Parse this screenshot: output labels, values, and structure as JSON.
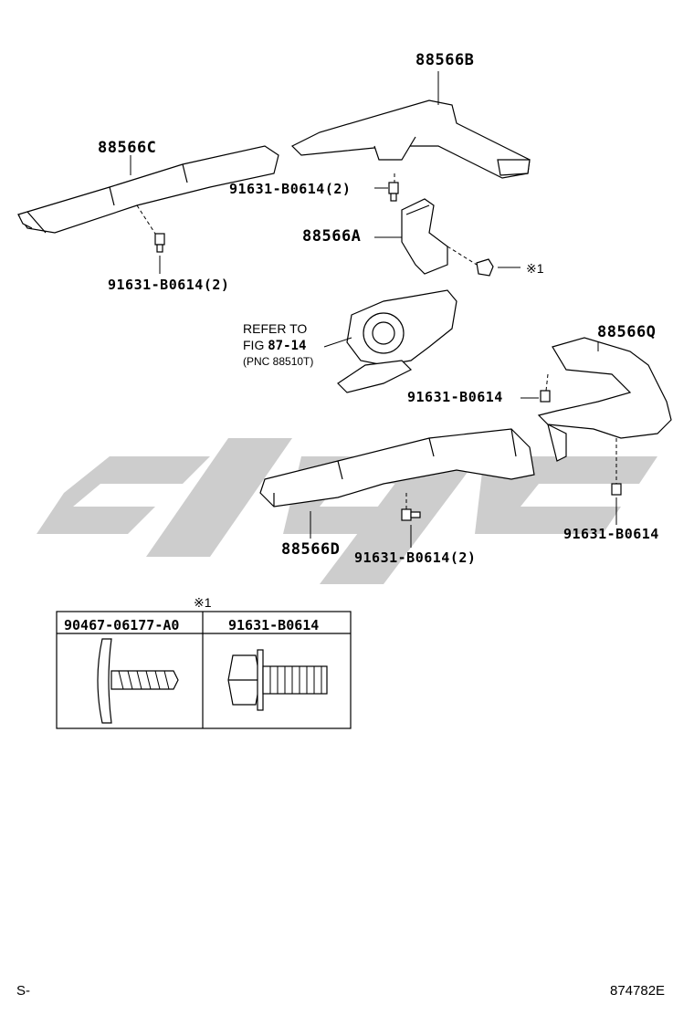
{
  "parts": {
    "p88566B": "88566B",
    "p88566C": "88566C",
    "p88566A": "88566A",
    "p88566Q": "88566Q",
    "p88566D": "88566D"
  },
  "bolts": {
    "b_top": "91631-B0614(2)",
    "b_left": "91631-B0614(2)",
    "b_mid_right": "91631-B0614",
    "b_right": "91631-B0614",
    "b_bottom": "91631-B0614(2)"
  },
  "clip_ref": "※1",
  "refer": {
    "line1": "REFER TO",
    "line2_prefix": "FIG",
    "line2_num": "87-14",
    "line3": "(PNC 88510T)"
  },
  "table": {
    "marker": "※1",
    "col1": "90467-06177-A0",
    "col2": "91631-B0614"
  },
  "footer": {
    "left": "S-",
    "right": "874782E"
  }
}
